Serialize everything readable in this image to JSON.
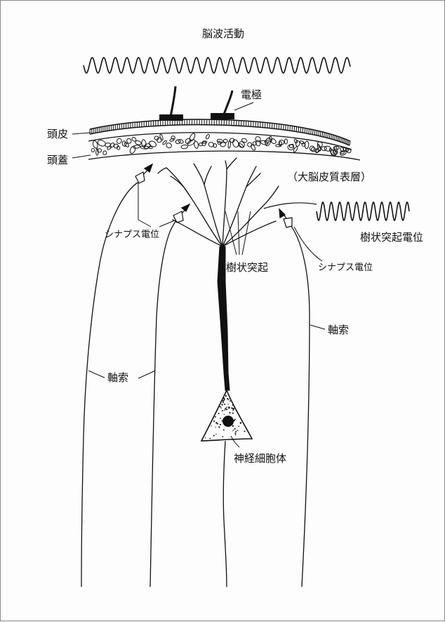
{
  "labels": {
    "brain_wave": "脳波活動",
    "electrode": "電極",
    "scalp": "頭皮",
    "skull": "頭蓋",
    "cortex": "（大脳皮質表層）",
    "synapse_left": "シナプス電位",
    "synapse_right": "シナプス電位",
    "dendrite_potential": "樹状突起電位",
    "dendrite": "樹状突起",
    "axon_left": "軸索",
    "axon_right": "軸索",
    "cell_body": "神経細胞体"
  },
  "colors": {
    "ink": "#111111",
    "paper": "#fdfdfd",
    "frame": "#8a8a8a"
  }
}
